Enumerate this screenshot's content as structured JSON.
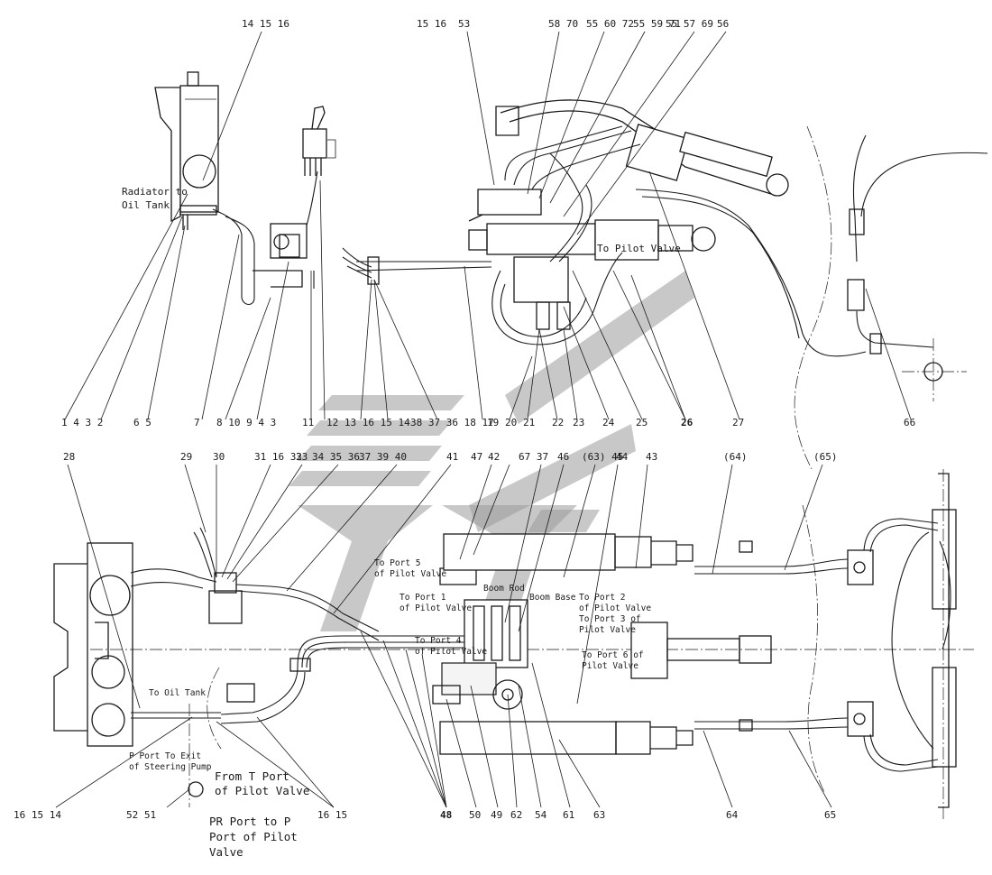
{
  "top_left_callouts": {
    "a": "14 15 16",
    "b": "1 4 3 2",
    "c": "6 5",
    "d": "7",
    "e": "8 10 9 4 3",
    "f": "11",
    "g": "12 13 16 15 14",
    "h": "38 37 36 18 17",
    "i": "19",
    "j": "20",
    "k": "21",
    "l": "22",
    "m": "23",
    "n": "24",
    "o": "25",
    "p": "26",
    "q": "27",
    "r": "66",
    "s": "15 16",
    "t": "53",
    "u": "58 70",
    "v": "55 60 72",
    "w": "55 59 71",
    "x": "55 57 69",
    "y": "56"
  },
  "bottom_callouts": {
    "a": "28",
    "b": "29",
    "c": "30",
    "d": "31 16 32",
    "e": "33",
    "f": "34 35 36",
    "g": "37 39 40",
    "h": "41",
    "i": "47",
    "j": "42",
    "k": "67 37",
    "l": "46",
    "m": "(63) 45",
    "n": "44",
    "o": "43",
    "p": "(64)",
    "q": "(65)",
    "r": "16 15 14",
    "s": "52 51",
    "t": "16 15",
    "u": "48",
    "v": "50",
    "w": "49",
    "x": "62",
    "y": "54",
    "z": "61",
    "aa": "63",
    "ab": "64",
    "ac": "65"
  },
  "notes": {
    "radiator_1": "Radiator to",
    "radiator_2": "Oil Tank",
    "to_pilot_valve": "To Pilot Valve",
    "to_oil_tank": "To Oil Tank",
    "port5_1": "To Port 5",
    "port5_2": "of Pilot Valve",
    "port1_1": "To Port 1",
    "port1_2": "of Pilot Valve",
    "port4_1": "To Port 4",
    "port4_2": "of Pilot Valve",
    "boom_rod": "Boom Rod",
    "boom_base": "Boom Base",
    "port2_1": "To Port 2",
    "port2_2": "of Pilot Valve",
    "port3_1": "To Port 3 of",
    "port3_2": "Pilot Valve",
    "port6_1": "To Port 6 of",
    "port6_2": "Pilot Valve",
    "p_port_1": "P Port To Exit",
    "p_port_2": "of Steering Pump",
    "t_port_1": "From T Port",
    "t_port_2": "of Pilot Valve",
    "pr_1": "PR Port to P",
    "pr_2": "Port of Pilot",
    "pr_3": "Valve"
  }
}
